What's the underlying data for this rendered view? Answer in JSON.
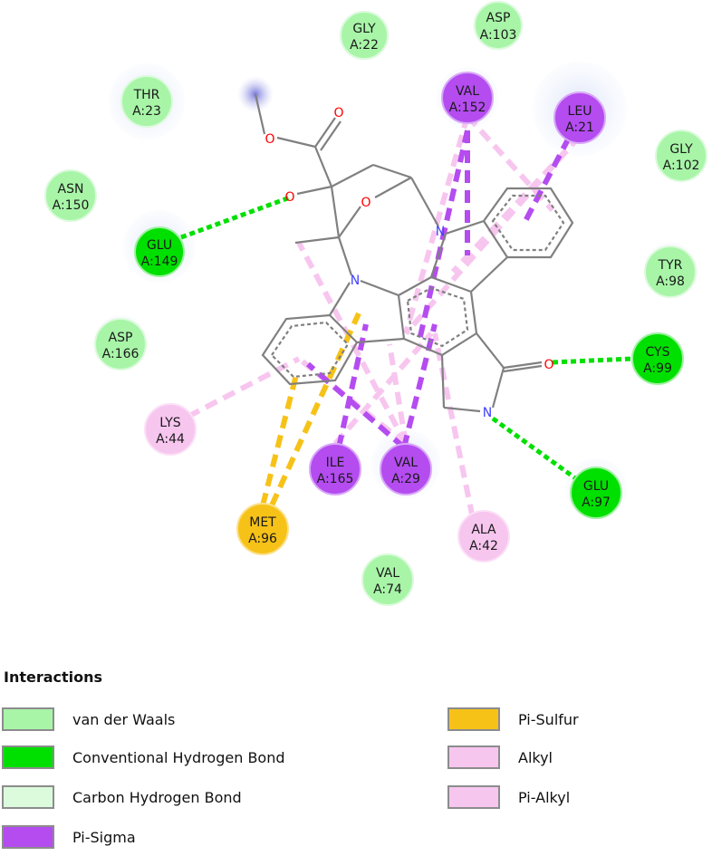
{
  "residues": [
    {
      "id": "gly22",
      "name": "GLY",
      "chain_pos": "A:22",
      "type": "vdw"
    },
    {
      "id": "asp103",
      "name": "ASP",
      "chain_pos": "A:103",
      "type": "vdw"
    },
    {
      "id": "thr23",
      "name": "THR",
      "chain_pos": "A:23",
      "type": "vdw"
    },
    {
      "id": "val152",
      "name": "VAL",
      "chain_pos": "A:152",
      "type": "pi_sigma"
    },
    {
      "id": "leu21",
      "name": "LEU",
      "chain_pos": "A:21",
      "type": "pi_sigma"
    },
    {
      "id": "gly102",
      "name": "GLY",
      "chain_pos": "A:102",
      "type": "vdw"
    },
    {
      "id": "asn150",
      "name": "ASN",
      "chain_pos": "A:150",
      "type": "vdw"
    },
    {
      "id": "glu149",
      "name": "GLU",
      "chain_pos": "A:149",
      "type": "hbond"
    },
    {
      "id": "tyr98",
      "name": "TYR",
      "chain_pos": "A:98",
      "type": "vdw"
    },
    {
      "id": "asp166",
      "name": "ASP",
      "chain_pos": "A:166",
      "type": "vdw"
    },
    {
      "id": "cys99",
      "name": "CYS",
      "chain_pos": "A:99",
      "type": "hbond"
    },
    {
      "id": "lys44",
      "name": "LYS",
      "chain_pos": "A:44",
      "type": "alkyl"
    },
    {
      "id": "ile165",
      "name": "ILE",
      "chain_pos": "A:165",
      "type": "pi_sigma"
    },
    {
      "id": "val29",
      "name": "VAL",
      "chain_pos": "A:29",
      "type": "pi_sigma"
    },
    {
      "id": "glu97",
      "name": "GLU",
      "chain_pos": "A:97",
      "type": "hbond"
    },
    {
      "id": "met96",
      "name": "MET",
      "chain_pos": "A:96",
      "type": "pi_sulfur"
    },
    {
      "id": "ala42",
      "name": "ALA",
      "chain_pos": "A:42",
      "type": "alkyl"
    },
    {
      "id": "val74",
      "name": "VAL",
      "chain_pos": "A:74",
      "type": "vdw"
    }
  ],
  "atom_labels": {
    "oxygen": "O",
    "nitrogen": "N"
  },
  "colors": {
    "vdw": "#a8f5a8",
    "hbond": "#00e000",
    "carbon_hbond": "#dcfadc",
    "pi_sigma": "#b44cf0",
    "pi_sulfur": "#f7c218",
    "alkyl": "#f7c6ef",
    "pi_alkyl": "#f7c6ef",
    "bond": "#808080",
    "oxygen": "#ff0000",
    "nitrogen": "#4040ff"
  },
  "legend": {
    "title": "Interactions",
    "items": [
      {
        "key": "vdw",
        "label": "van der Waals"
      },
      {
        "key": "hbond",
        "label": "Conventional Hydrogen Bond"
      },
      {
        "key": "carbon_hbond",
        "label": "Carbon Hydrogen Bond"
      },
      {
        "key": "pi_sigma",
        "label": "Pi-Sigma"
      },
      {
        "key": "pi_sulfur",
        "label": "Pi-Sulfur"
      },
      {
        "key": "alkyl",
        "label": "Alkyl"
      },
      {
        "key": "pi_alkyl",
        "label": "Pi-Alkyl"
      }
    ]
  }
}
